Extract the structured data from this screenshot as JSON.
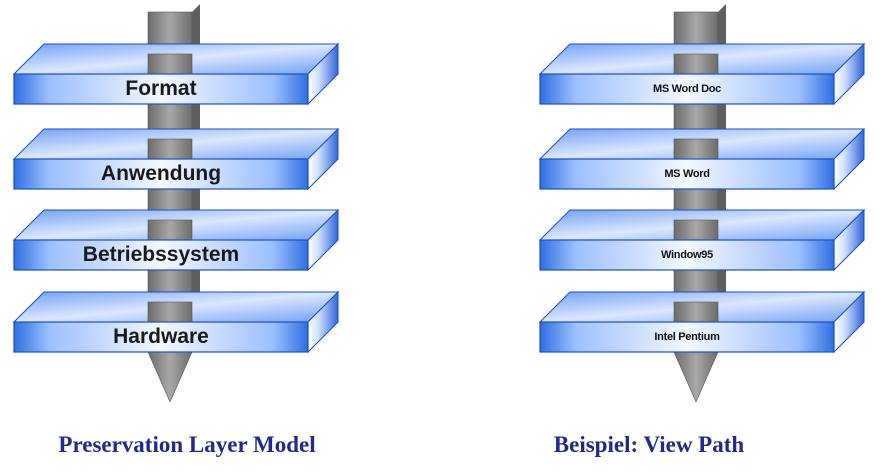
{
  "colors": {
    "slab_top": "#cfe0ff",
    "slab_face": "#3a7be8",
    "slab_edge": "#1a4fc0",
    "axis": "#8a8a8a",
    "caption": "#1f2a8a"
  },
  "stacks": [
    {
      "id": "left",
      "caption": "Preservation Layer Model",
      "layers": [
        {
          "label": "Format"
        },
        {
          "label": "Anwendung"
        },
        {
          "label": "Betriebssystem"
        },
        {
          "label": "Hardware"
        }
      ]
    },
    {
      "id": "right",
      "caption": "Beispiel: View Path",
      "layers": [
        {
          "label": "MS Word Doc"
        },
        {
          "label": "MS Word"
        },
        {
          "label": "Window95"
        },
        {
          "label": "Intel Pentium"
        }
      ]
    }
  ]
}
